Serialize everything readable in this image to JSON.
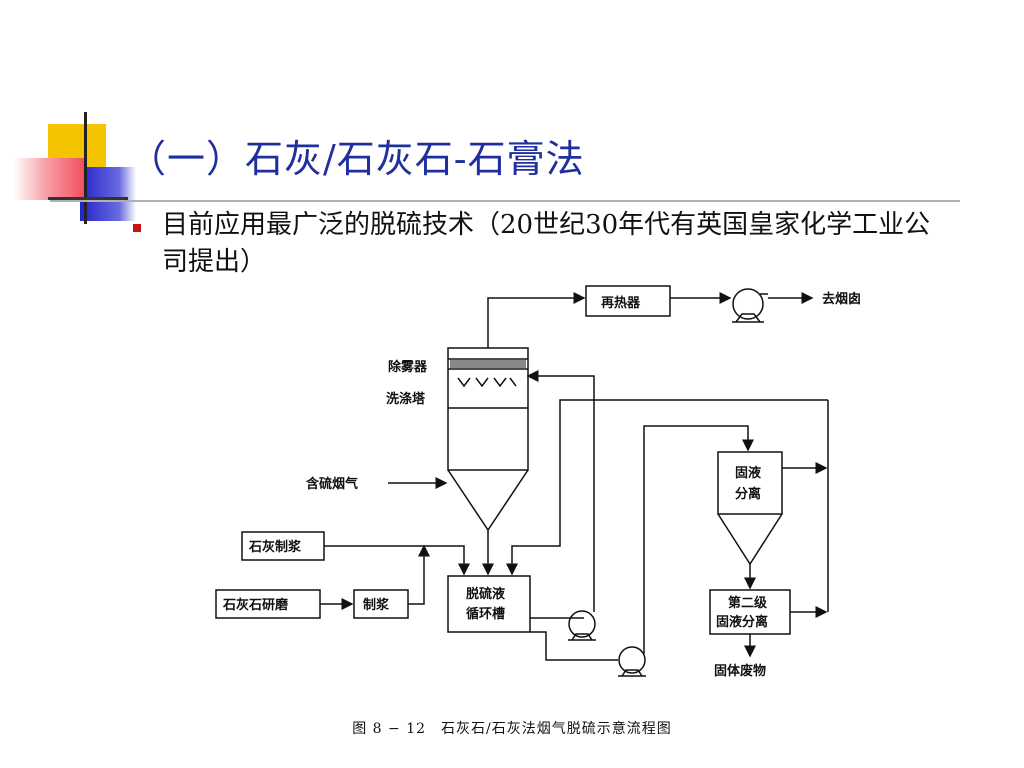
{
  "slide": {
    "title": "（一）石灰/石灰石-石膏法",
    "bullet": "目前应用最广泛的脱硫技术（20世纪30年代有英国皇家化学工业公司提出）",
    "colors": {
      "title": "#1f2f9e",
      "bullet": "#cc1111",
      "yellow": "#f5c400",
      "blue": "#2222cc",
      "red": "#f05060"
    }
  },
  "diagram": {
    "labels": {
      "reheater": "再热器",
      "to_chimney": "去烟囱",
      "demister": "除雾器",
      "scrubber": "洗涤塔",
      "sulfur_flue_gas": "含硫烟气",
      "solid_liquid_sep_1": "固液",
      "solid_liquid_sep_2": "分离",
      "lime_slurry": "石灰制浆",
      "limestone_grinding": "石灰石研磨",
      "slurry_making": "制浆",
      "circ_tank_1": "脱硫液",
      "circ_tank_2": "循环槽",
      "second_stage_1": "第二级",
      "second_stage_2": "固液分离",
      "solid_waste": "固体废物"
    },
    "caption": "图 8 − 12　石灰石/石灰法烟气脱硫示意流程图"
  }
}
